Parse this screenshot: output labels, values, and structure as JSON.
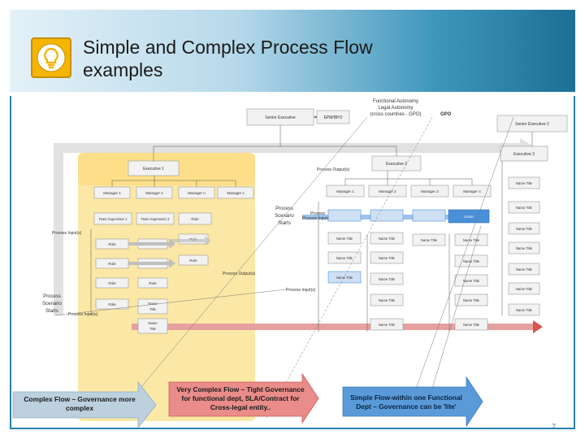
{
  "slide": {
    "title": "Simple and Complex Process Flow examples",
    "page_number": "7",
    "icon": "lightbulb-icon"
  },
  "diagram": {
    "top_label": [
      "Functional Autonomy",
      "Legal Autonomy",
      "(cross countries - GPO)"
    ],
    "gpo_label": "GPO",
    "senior_executive": "Senior Executive",
    "epm_label": "EPM/BPO",
    "senior_executive_2": "Senior Executive 2",
    "executive_1": "Executive 1",
    "executive_2": "Executive 2",
    "executive_3": "Executive 3",
    "managers_left": [
      "Manager 1",
      "Manager 2",
      "Manager n",
      "Manager x"
    ],
    "managers_right": [
      "Manager 1",
      "Manager 2",
      "Manager 3",
      "Manager 4"
    ],
    "team_supervisor_1": "Team Supervisor 1",
    "team_supervisor_2": "Team Supervisor 2",
    "role": "Role",
    "name_title": "Name Title",
    "name": "Name",
    "title_word": "Title",
    "process_output_1": "Process Output(s)",
    "process_output_2": "Process Output(s)",
    "process_input_1": "Process Input(s)",
    "process_input_2": "Process Input(s)",
    "process_input_3": "Process Input(s)",
    "process_input_4": "Process Input(s)",
    "scenario_starts_1": [
      "Process",
      "Scenario",
      "Starts"
    ],
    "scenario_starts_2": [
      "Process",
      "Scenario",
      "Starts"
    ],
    "process_label": "Process",
    "highlight_box": "Union",
    "arrow_labels": {
      "complex": [
        "Complex Flow – Governance more",
        "complex"
      ],
      "very_complex": [
        "Very Complex Flow – Tight Governance",
        "for functional dept, SLA/Contract for",
        "Cross-legal entity.."
      ],
      "simple": [
        "Simple Flow-within one Functional",
        "Dept – Governance can be 'lite'"
      ]
    }
  },
  "colors": {
    "header_dark": "#1c6f96",
    "accent": "#2c7fa8",
    "yellow_zone": "#fbe8a6",
    "red_flow": "#d9534f",
    "blue_flow": "#4a90d9",
    "gray_flow": "#bfbfbf"
  }
}
